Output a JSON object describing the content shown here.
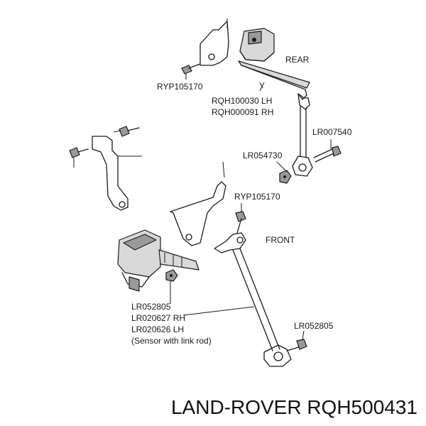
{
  "labels": {
    "rear": "REAR",
    "front": "FRONT",
    "bolt_top": "RYP105170",
    "rear_sensor_lh": "RQH100030 LH",
    "rear_sensor_rh": "RQH000091 RH",
    "bolt_right": "LR007540",
    "nut_rear": "LR054730",
    "bolt_mid": "RYP105170",
    "nut_front": "LR052805",
    "front_sensor_rh": "LR020627 RH",
    "front_sensor_lh": "LR020626 LH",
    "front_sensor_desc": "(Sensor with link rod)",
    "nut_front_right": "LR052805"
  },
  "footer": {
    "title": "LAND-ROVER RQH500431"
  }
}
